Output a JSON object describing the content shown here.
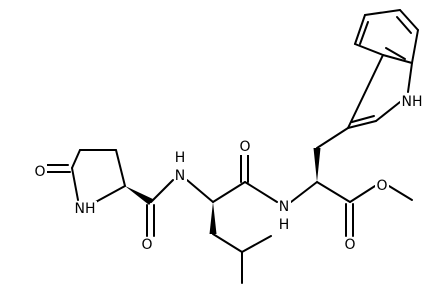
{
  "atom_labels": {
    "o_lactam": "O",
    "nh_ring": "NH",
    "n_amide1": "N",
    "h_amide1": "H",
    "o_amide1": "O",
    "o_amide2": "O",
    "n_amide2": "N",
    "h_amide2": "H",
    "nh_indole": "NH",
    "o_ester_carbonyl": "O",
    "o_ester_ether": "O"
  }
}
